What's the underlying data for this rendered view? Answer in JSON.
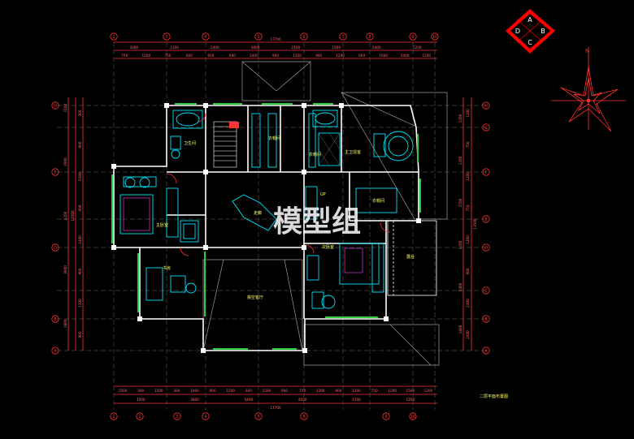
{
  "drawing": {
    "title": "二层平面布置图",
    "watermark": "模型组",
    "colors": {
      "background": "#000000",
      "dimension": "#ff3030",
      "wall": "#ffffff",
      "furniture": "#00e5ff",
      "window": "#2ecc40",
      "axis_line": "#808080",
      "label": "#ffff66",
      "accent_magenta": "#ff44ff"
    }
  },
  "compass_badge": {
    "letters": [
      "A",
      "B",
      "C",
      "D"
    ],
    "color": "#ff0000"
  },
  "north_arrow": {
    "label": "N"
  },
  "axes": {
    "top_grid": [
      "1",
      "3",
      "4",
      "5",
      "6",
      "7",
      "8",
      "9",
      "10"
    ],
    "bottom_grid": [
      "1",
      "2",
      "3",
      "4",
      "5",
      "6",
      "9",
      "10"
    ],
    "left_grid": [
      "H",
      "F",
      "D",
      "B",
      "A"
    ],
    "right_grid": [
      "H",
      "G",
      "F",
      "E",
      "D",
      "C",
      "B",
      "A"
    ]
  },
  "dimensions": {
    "top_total": "17700",
    "top_row1": [
      "3000",
      "2100",
      "2400",
      "3000",
      "2100",
      "1500",
      "2400",
      "1200"
    ],
    "top_row2": [
      "750",
      "1500",
      "750",
      "600",
      "600",
      "600",
      "2400",
      "900",
      "1200",
      "900",
      "1200",
      "600",
      "1500",
      "2400",
      "1200"
    ],
    "bottom_total": "17700",
    "bottom_row1": [
      "1500",
      "3600",
      "5400",
      "4500",
      "1500",
      "1200"
    ],
    "bottom_row2": [
      "1500",
      "300",
      "1500",
      "300",
      "1000",
      "900",
      "1500",
      "600",
      "1500",
      "900",
      "750",
      "1200",
      "900",
      "1200",
      "750",
      "1200",
      "1500",
      "1200"
    ],
    "left_total": "13500",
    "left_row1": [
      "2100",
      "3600",
      "4200",
      "3900",
      "1800"
    ],
    "left_row2": [
      "300",
      "900",
      "6300",
      "600",
      "2400",
      "900",
      "1200",
      "900"
    ],
    "right_total": "13500",
    "right_row1": [
      "1200",
      "1200",
      "2700",
      "1200",
      "5400",
      "1800"
    ],
    "right_row2": [
      "1200",
      "750",
      "1200",
      "750",
      "1200",
      "900",
      "2400",
      "2400"
    ]
  },
  "rooms": {
    "bath_1": "卫生间",
    "master_bedroom": "主卧室",
    "study": "书房",
    "open_void": "挑空客厅",
    "corridor": "走廊",
    "cloakroom": "衣帽间",
    "bath_2": "主卫浴室",
    "closet_2": "衣帽间",
    "up": "UP",
    "bedroom_2": "次卧室",
    "terrace": "露台"
  }
}
